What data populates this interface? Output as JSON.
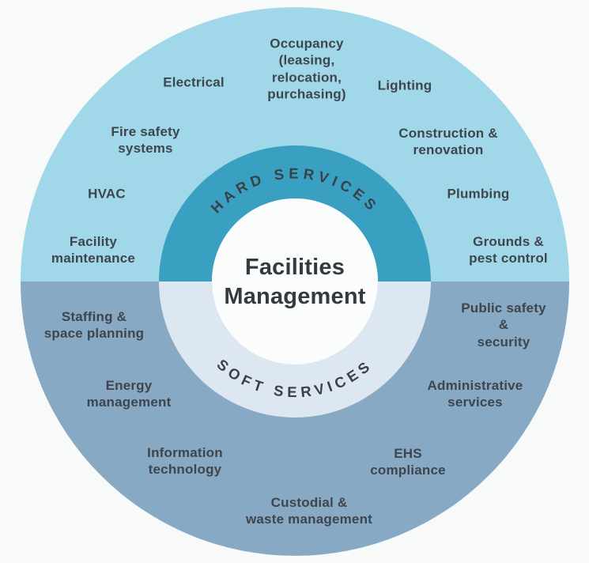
{
  "center": {
    "title": "Facilities\nManagement"
  },
  "inner_ring": {
    "hard_label": "HARD SERVICES",
    "soft_label": "SOFT SERVICES"
  },
  "hard_services": {
    "items": [
      "Electrical",
      "Occupancy\n(leasing,\nrelocation,\npurchasing)",
      "Lighting",
      "Fire safety\nsystems",
      "Construction &\nrenovation",
      "HVAC",
      "Plumbing",
      "Facility\nmaintenance",
      "Grounds &\npest control"
    ]
  },
  "soft_services": {
    "items": [
      "Staffing &\nspace planning",
      "Public safety &\nsecurity",
      "Energy\nmanagement",
      "Administrative\nservices",
      "Information\ntechnology",
      "EHS\ncompliance",
      "Custodial &\nwaste management"
    ]
  },
  "colors": {
    "background": "#f8f9f9",
    "hard_outer": "#a1d8e9",
    "soft_outer": "#87a9c4",
    "hard_inner": "#39a0c2",
    "soft_inner": "#dde7f1",
    "center_circle": "#fbfcfc",
    "text": "#3f454c"
  }
}
